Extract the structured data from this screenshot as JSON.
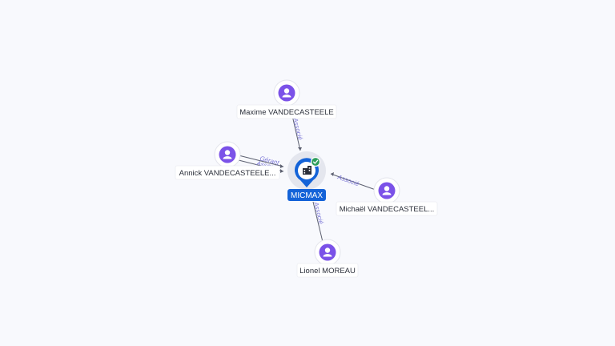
{
  "company": {
    "name": "MICMAX",
    "icon": "building-icon",
    "status_icon": "check-circle-icon",
    "colors": {
      "pin": "#1463d8",
      "status": "#2e9e5b"
    }
  },
  "people": [
    {
      "name": "Maxime VANDECASTEELE",
      "icon": "person-icon"
    },
    {
      "name": "Annick VANDECASTEELE...",
      "icon": "person-icon"
    },
    {
      "name": "Michaël VANDECASTEEL...",
      "icon": "person-icon"
    },
    {
      "name": "Lionel MOREAU",
      "icon": "person-icon"
    }
  ],
  "edges": [
    {
      "from": "Maxime VANDECASTEELE",
      "to": "MICMAX",
      "labels": [
        "Associé"
      ]
    },
    {
      "from": "Annick VANDECASTEELE...",
      "to": "MICMAX",
      "labels": [
        "Gérant",
        "Associé"
      ]
    },
    {
      "from": "Michaël VANDECASTEEL...",
      "to": "MICMAX",
      "labels": [
        "Associé"
      ]
    },
    {
      "from": "Lionel MOREAU",
      "to": "MICMAX",
      "labels": [
        "Associé"
      ]
    }
  ],
  "colors": {
    "person": "#7b52e8",
    "edge_label": "#7f7ad8",
    "background": "#f8f9fd"
  }
}
